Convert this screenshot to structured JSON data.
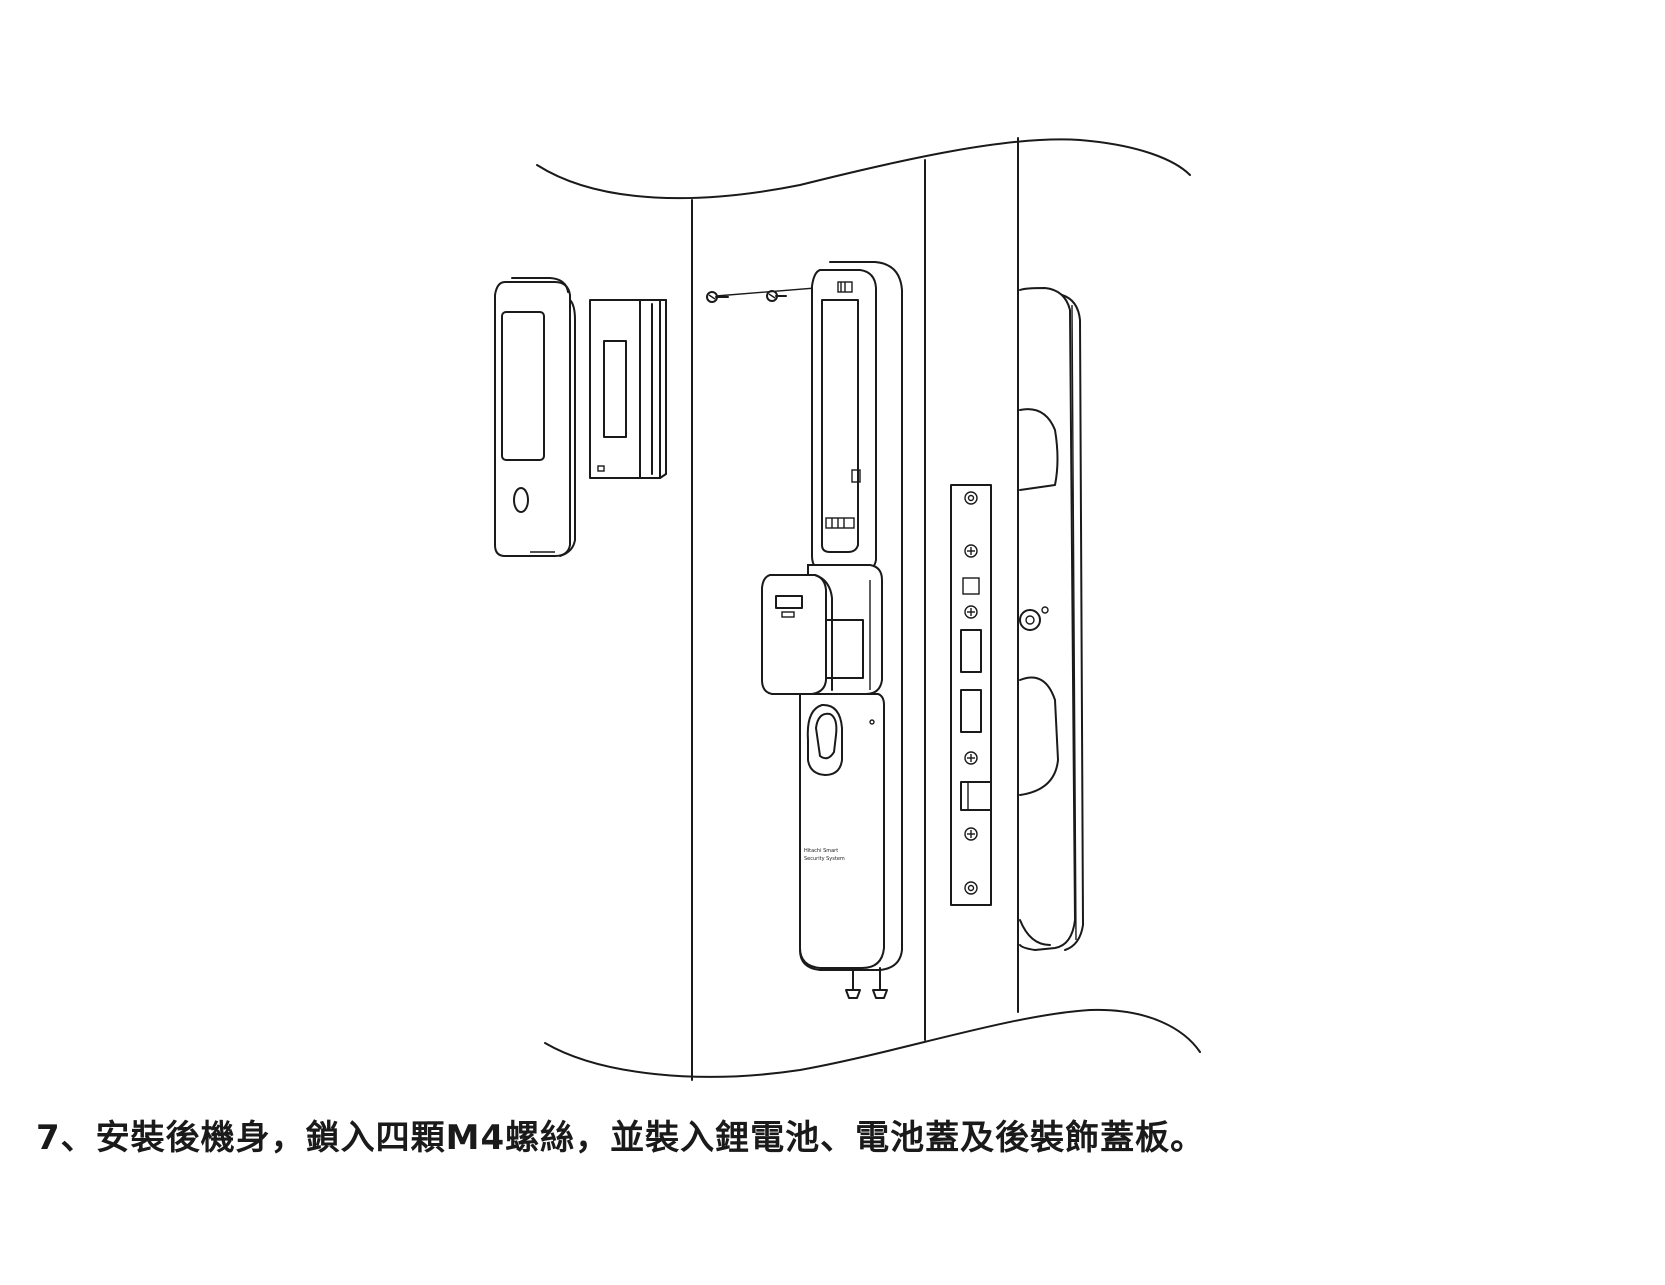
{
  "caption": "7、安裝後機身，鎖入四顆M4螺絲，並裝入鋰電池、電池蓋及後裝飾蓋板。",
  "front_panel_label": [
    "Hitachi Smart",
    "Security System"
  ]
}
